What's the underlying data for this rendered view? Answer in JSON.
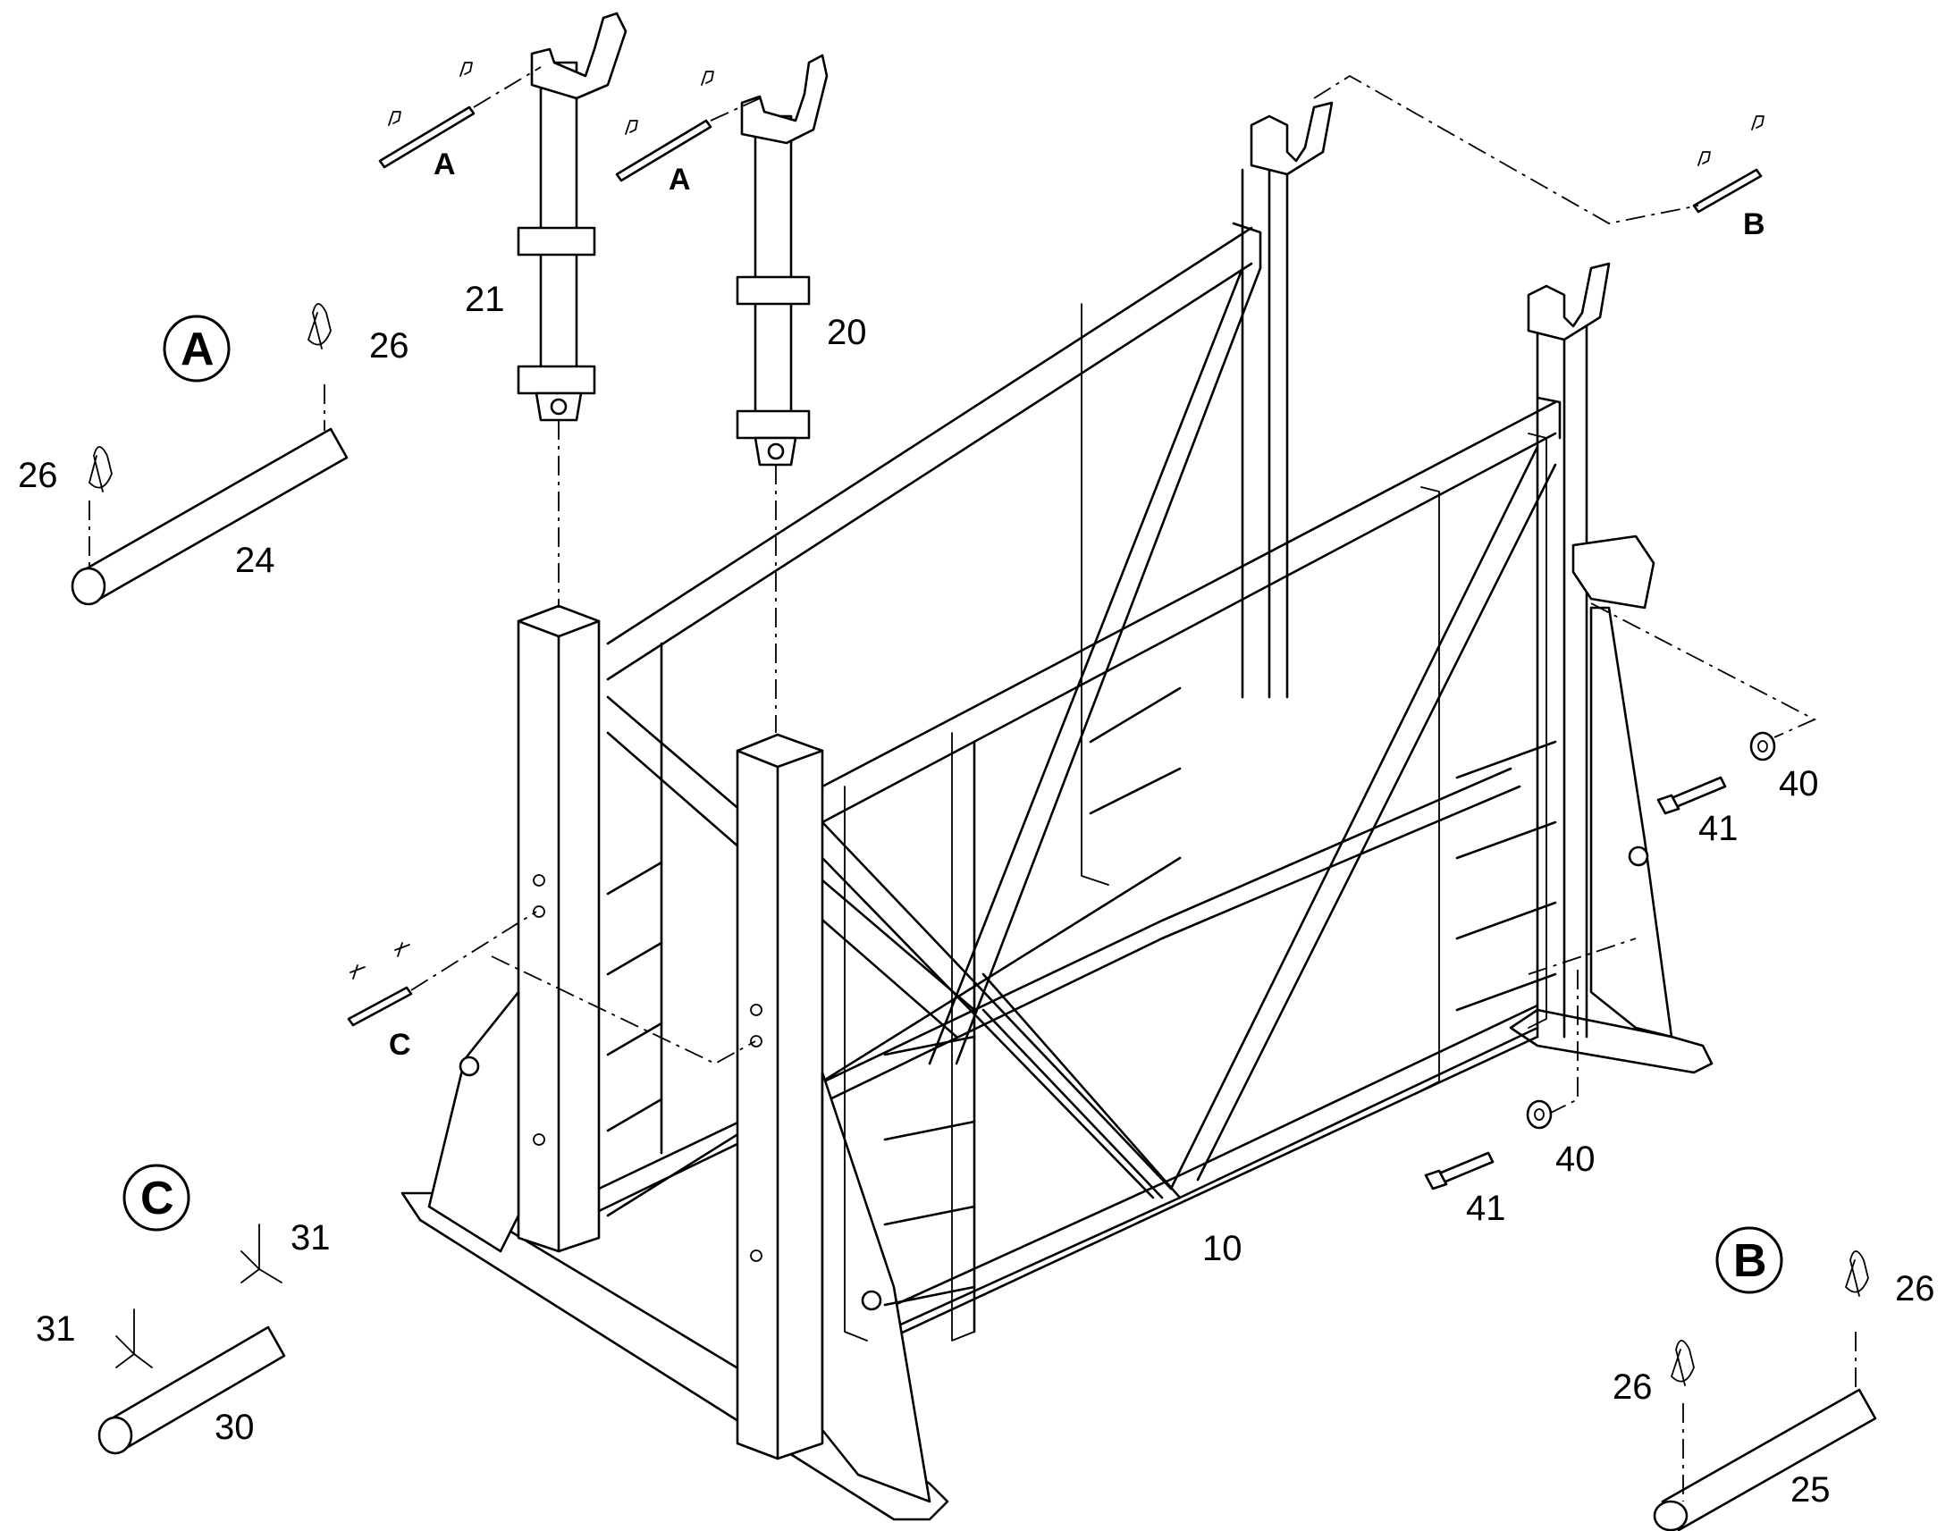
{
  "callouts": {
    "a": "A",
    "b": "B",
    "c": "C"
  },
  "letter_tags": {
    "pin_a_1": "A",
    "pin_a_2": "A",
    "pin_b": "B",
    "pin_c": "C"
  },
  "part_numbers": {
    "post_21": "21",
    "post_20": "20",
    "frame_10": "10",
    "pin_24": "24",
    "pin_25": "25",
    "pin_30": "30",
    "clip_26_a1": "26",
    "clip_26_a2": "26",
    "clip_26_b1": "26",
    "clip_26_b2": "26",
    "clip_31_1": "31",
    "clip_31_2": "31",
    "washer_40_1": "40",
    "washer_40_2": "40",
    "bolt_41_1": "41",
    "bolt_41_2": "41"
  }
}
